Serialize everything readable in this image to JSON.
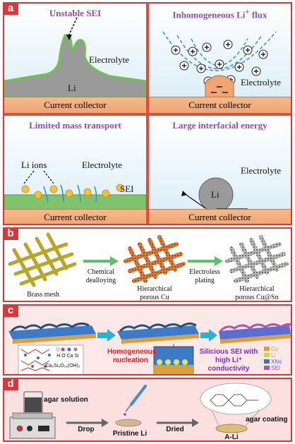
{
  "panel_a": {
    "badge": "a",
    "q1": {
      "title": "Unstable SEI",
      "label_electrolyte": "Electrolyte",
      "label_li": "Li",
      "collector": "Current collector"
    },
    "q2": {
      "title_main": "Inhomogeneous Li",
      "title_sup": "+",
      "title_end": " flux",
      "label_electrolyte": "Electrolyte",
      "collector": "Current collector"
    },
    "q3": {
      "title": "Limited mass transport",
      "label_li_ions": "Li ions",
      "label_electrolyte": "Electrolyte",
      "label_sei": "SEI",
      "collector": "Current collector"
    },
    "q4": {
      "title": "Large interfacial energy",
      "label_electrolyte": "Electrolyte",
      "label_li": "Li",
      "collector": "Current collector"
    }
  },
  "panel_b": {
    "badge": "b",
    "brass": "Brass mesh",
    "step1_line1": "Chemical",
    "step1_line2": "dealloying",
    "cu_line1": "Hierarchical",
    "cu_line2": "porous Cu",
    "step2_line1": "Electroless",
    "step2_line2": "plating",
    "sn_line1": "Hierarchical",
    "sn_line2": "porous Cu@Sn"
  },
  "panel_c": {
    "badge": "c",
    "legend_atoms": "H O Ca Si",
    "formula": "Ca₅Si₆O₁₆(OH)₂",
    "homog_line1": "Homogeneous",
    "homog_line2": "nucleation",
    "sei_line1": "Silicious SEI with",
    "sei_line2": "high Li⁺ conductivity",
    "legend": [
      {
        "name": "Cu",
        "color": "#d9a13a"
      },
      {
        "name": "Li",
        "color": "#cfd34a"
      },
      {
        "name": "XNs",
        "color": "#3a6fd1"
      },
      {
        "name": "SEI",
        "color": "#b04fb6"
      }
    ]
  },
  "panel_d": {
    "badge": "d",
    "agar_solution": "agar solution",
    "drop": "Drop",
    "pristine": "Pristine Li",
    "dried": "Dried",
    "agar_coating": "agar coating",
    "ali": "A-Li"
  }
}
